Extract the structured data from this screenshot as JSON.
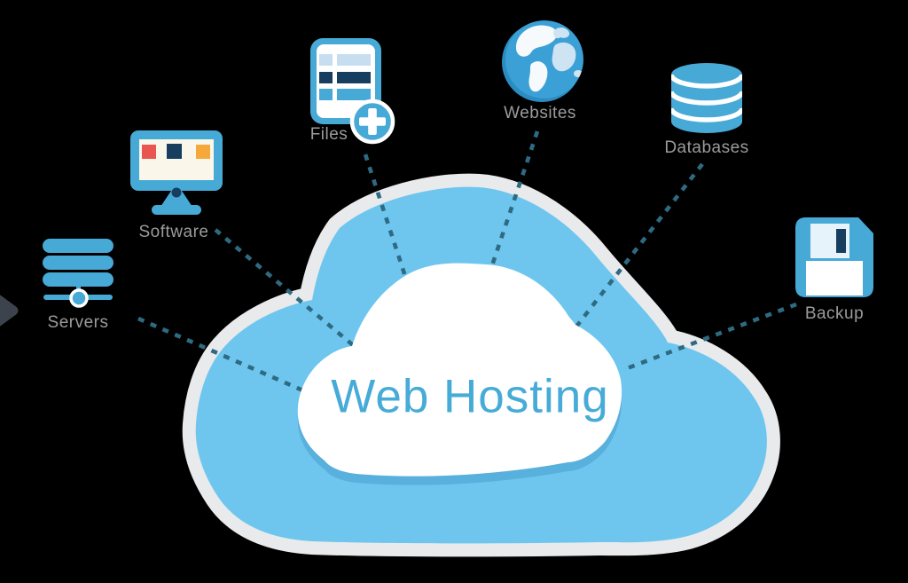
{
  "title": "Web Hosting",
  "nodes": [
    {
      "id": "servers",
      "label": "Servers",
      "icon": "server-stack-icon"
    },
    {
      "id": "software",
      "label": "Software",
      "icon": "monitor-icon"
    },
    {
      "id": "files",
      "label": "Files",
      "icon": "document-add-icon"
    },
    {
      "id": "websites",
      "label": "Websites",
      "icon": "globe-icon"
    },
    {
      "id": "databases",
      "label": "Databases",
      "icon": "database-cylinder-icon"
    },
    {
      "id": "backup",
      "label": "Backup",
      "icon": "floppy-disk-icon"
    }
  ],
  "colors": {
    "background": "#000000",
    "cloud_blue": "#6ec6ef",
    "cloud_ring": "#e9eaeb",
    "inner_cloud": "#ffffff",
    "inner_cloud_shadow": "#58b0dc",
    "title_blue": "#47abd8",
    "icon_blue": "#47a9d6",
    "dark_navy": "#173e5e",
    "accent_red": "#e8564f",
    "accent_orange": "#f5a93a",
    "label_gray": "#9b9b9b",
    "connector_teal": "#2e6b82",
    "screen_cream": "#faf6ea",
    "light_row_blue": "#c7ddf0",
    "globe_ocean": "#3aa0d6",
    "globe_land": "#f6fafc",
    "globe_land_tint": "#cfe4f2",
    "globe_shadow": "#2b8cc2",
    "floppy_light": "#e6f3fb",
    "arrow_gray": "#3d434c"
  }
}
